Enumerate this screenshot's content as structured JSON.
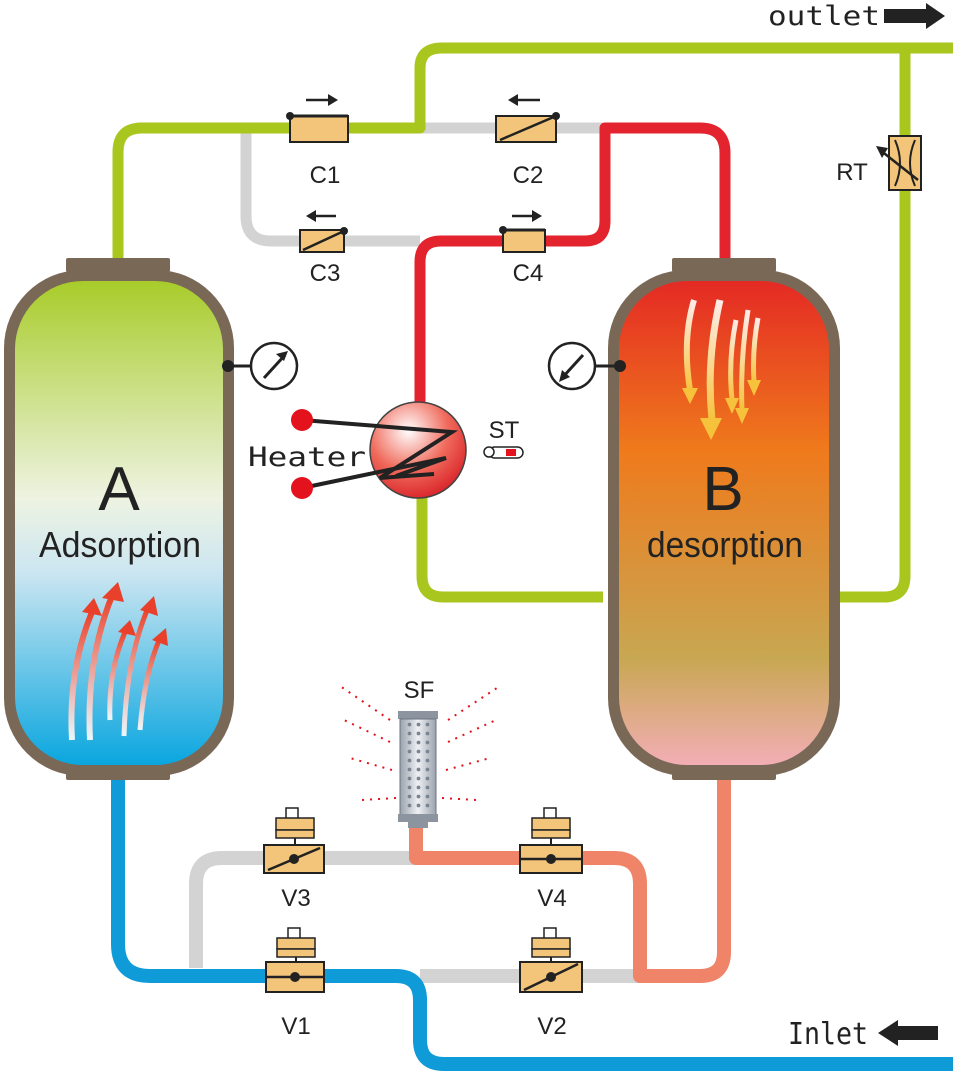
{
  "colors": {
    "green_pipe": "#a9c61e",
    "red_pipe": "#e3232e",
    "blue_pipe": "#0f9ad8",
    "salmon_pipe": "#ef8469",
    "grey_pipe": "#d3d3d3",
    "vessel_shell": "#7a6857",
    "valve_body": "#f2c57a"
  },
  "flow": {
    "outlet_label": "outlet",
    "inlet_label": "Inlet"
  },
  "vessels": {
    "a": {
      "letter": "A",
      "label": "Adsorption"
    },
    "b": {
      "letter": "B",
      "label": "desorption"
    }
  },
  "heater": {
    "label": "Heater",
    "sensor_label": "ST"
  },
  "restrictor": {
    "label": "RT"
  },
  "silencer": {
    "label": "SF"
  },
  "check_valves": [
    "C1",
    "C2",
    "C3",
    "C4"
  ],
  "switching_valves": [
    "V1",
    "V2",
    "V3",
    "V4"
  ]
}
